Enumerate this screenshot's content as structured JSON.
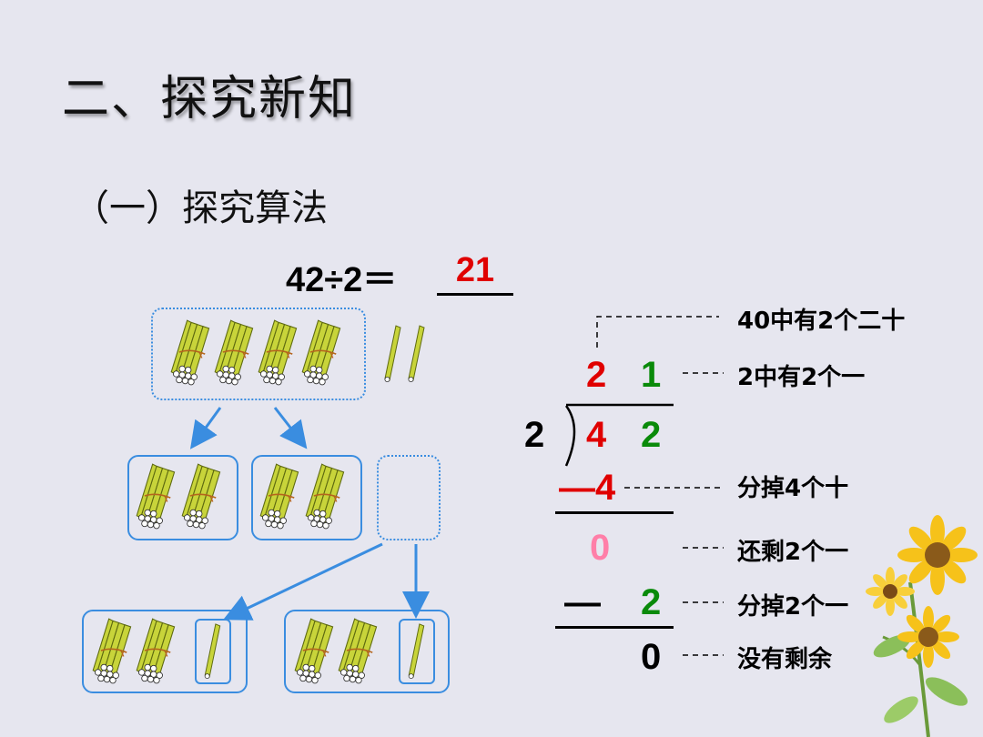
{
  "heading": "二、探究新知",
  "subheading": "（一）探究算法",
  "equation": {
    "left": "42÷2＝",
    "answer": "21"
  },
  "division": {
    "divisor": "2",
    "quotient_tens": "2",
    "quotient_ones": "1",
    "dividend_tens": "4",
    "dividend_ones": "2",
    "subtract_1": "—4",
    "remainder_1": "0",
    "subtract_2_sign": "—",
    "subtract_2": "2",
    "final_remainder": "0"
  },
  "notes": {
    "n1": "40中有2个二十",
    "n2": "2中有2个一",
    "n3": "分掉4个十",
    "n4": "还剩2个一",
    "n5": "分掉2个一",
    "n6": "没有剩余"
  },
  "colors": {
    "red": "#e00000",
    "green": "#0a8a0a",
    "pink": "#ff7fa8",
    "blue": "#3a8de0",
    "stick": "#c8d43a"
  }
}
